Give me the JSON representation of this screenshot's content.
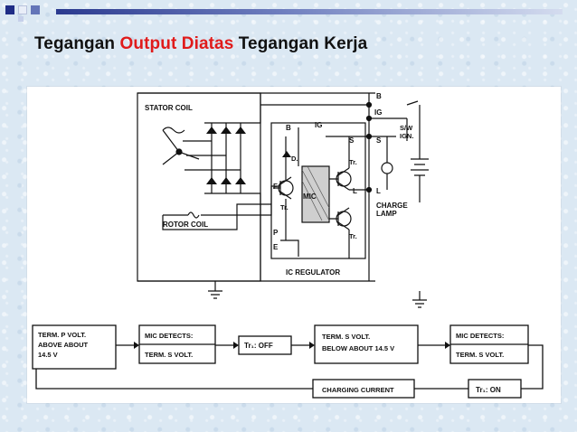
{
  "title": {
    "part1": "Tegangan",
    "part2": "Output Diatas",
    "part3": "Tegangan Kerja",
    "highlight_color": "#e01b1b"
  },
  "deco_colors": [
    "#1f2d86",
    "#e9eef8",
    "#6475b8",
    "#c6d0ea"
  ],
  "circuit": {
    "stator_coil": "STATOR COIL",
    "rotor_coil": "ROTOR COIL",
    "ic_regulator": "IC REGULATOR",
    "mic": "MIC",
    "charge_lamp_1": "CHARGE",
    "charge_lamp_2": "LAMP",
    "sw_ign_1": "S/W",
    "sw_ign_2": "IGN.",
    "term_b_top": "B",
    "term_ig_top": "IG",
    "term_s_top": "S",
    "term_b": "B",
    "term_ig": "IG",
    "term_s": "S",
    "term_f": "F",
    "term_p": "P",
    "term_e": "E",
    "term_l": "L",
    "term_l_inner": "L",
    "diode_d": "D.",
    "tr1": "Tr.",
    "tr2": "Tr.",
    "tr3": "Tr."
  },
  "flow": {
    "box1_line1": "TERM. P VOLT.",
    "box1_line2": "ABOVE ABOUT",
    "box1_line3": "14.5 V",
    "box2_line1": "MIC DETECTS:",
    "box2_line2": "TERM. S VOLT.",
    "box3": "Tr₁: OFF",
    "box4_line1": "TERM. S VOLT.",
    "box4_line2": "BELOW ABOUT 14.5 V",
    "box5_line1": "MIC DETECTS:",
    "box5_line2": "TERM. S VOLT.",
    "box6": "CHARGING CURRENT",
    "box7": "Tr₁: ON"
  }
}
